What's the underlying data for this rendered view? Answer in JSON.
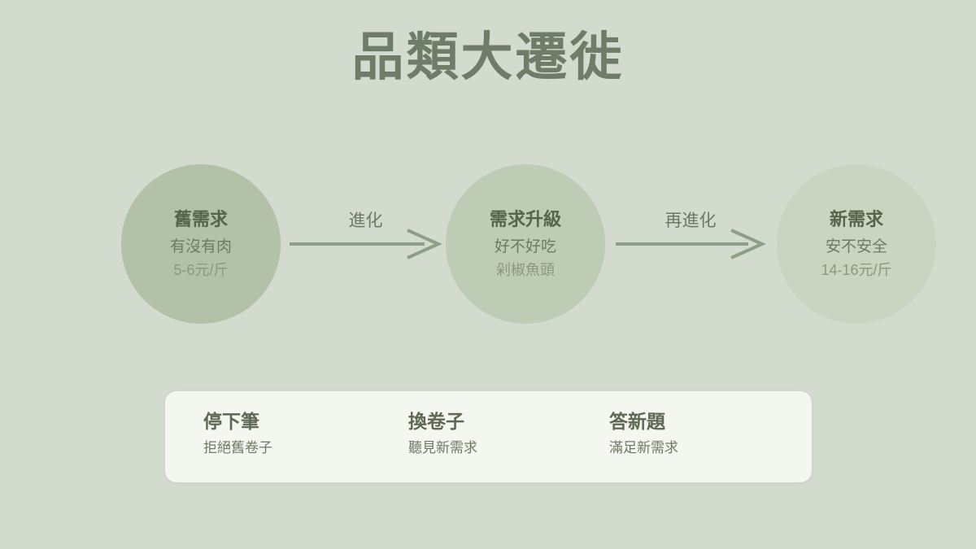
{
  "theme": {
    "background": "#d3dbcf",
    "title_color": "#6f7d68",
    "arrow_color": "#8da085",
    "arrow_label_color": "#6b7a63",
    "node1_fill": "#b2c1a8",
    "node2_fill": "#bfccb5",
    "node3_fill": "#cad5c1",
    "node_title_color": "#57644d",
    "node_line2_color": "#6d7a63",
    "node_line3_color": "#8b987f",
    "card_bg": "#f4f6f0",
    "card_title_color": "#5d6952",
    "card_sub_color": "#6e7a64"
  },
  "title": "品類大遷徙",
  "flow": {
    "nodes": [
      {
        "title": "舊需求",
        "line2": "有沒有肉",
        "line3": "5-6元/斤"
      },
      {
        "title": "需求升級",
        "line2": "好不好吃",
        "line3": "剁椒魚頭"
      },
      {
        "title": "新需求",
        "line2": "安不安全",
        "line3": "14-16元/斤"
      }
    ],
    "arrows": [
      {
        "label": "進化"
      },
      {
        "label": "再進化"
      }
    ]
  },
  "summary_card": {
    "items": [
      {
        "title": "停下筆",
        "subtitle": "拒絕舊卷子"
      },
      {
        "title": "換卷子",
        "subtitle": "聽見新需求"
      },
      {
        "title": "答新題",
        "subtitle": "滿足新需求"
      }
    ]
  }
}
